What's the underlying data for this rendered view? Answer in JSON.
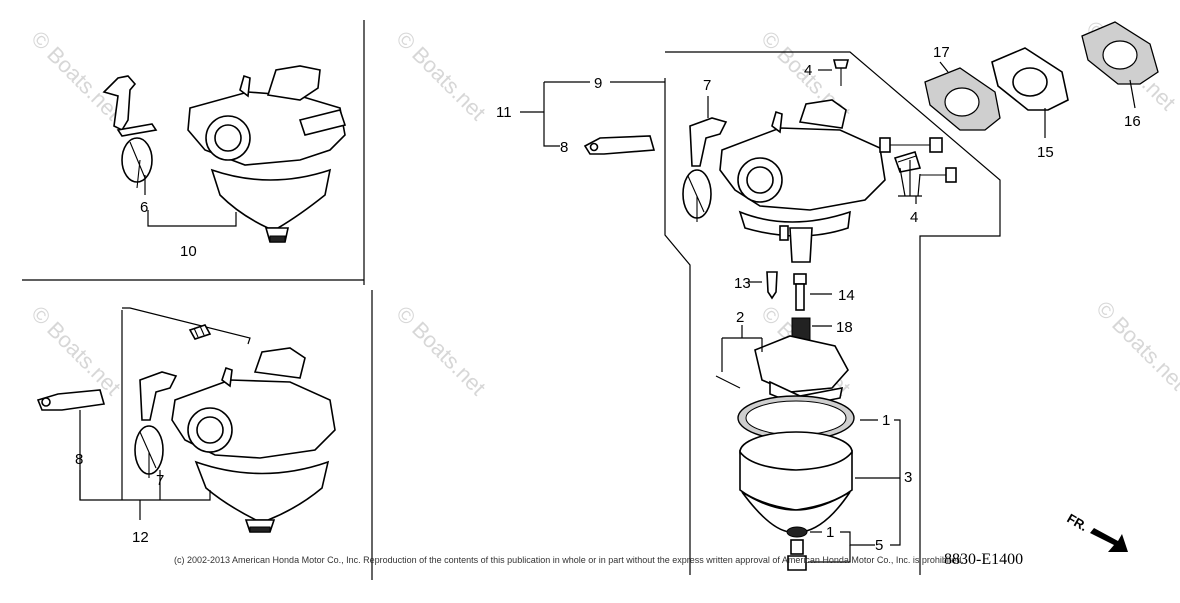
{
  "watermark": "© Boats.net",
  "copyright": "(c) 2002-2013 American Honda Motor Co., Inc. Reproduction of the contents of this publication in whole or in part without the express written approval of American Honda Motor Co., Inc. is prohibited.",
  "diagram_code": "8830-E1400",
  "direction_label": "FR.",
  "labels": {
    "p1a": "1",
    "p1b": "1",
    "p2": "2",
    "p3": "3",
    "p4a": "4",
    "p4b": "4",
    "p5": "5",
    "p6": "6",
    "p7a": "7",
    "p7b": "7",
    "p8a": "8",
    "p8b": "8",
    "p9": "9",
    "p10": "10",
    "p11": "11",
    "p12": "12",
    "p13": "13",
    "p14": "14",
    "p15": "15",
    "p16": "16",
    "p17": "17",
    "p18": "18"
  }
}
